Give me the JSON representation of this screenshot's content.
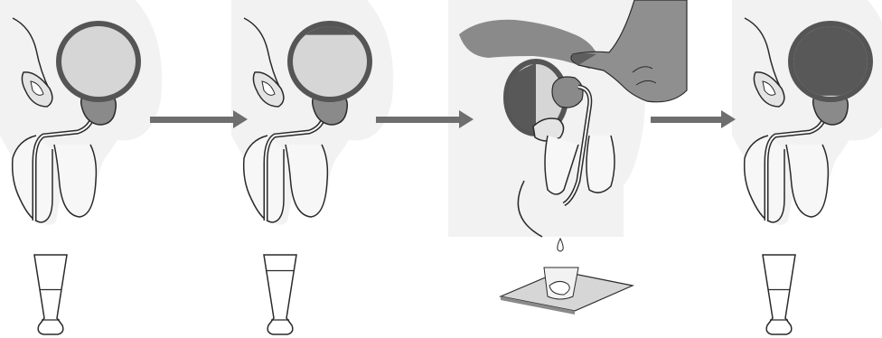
{
  "colors": {
    "background": "#ffffff",
    "body_fill": "#f2f2f2",
    "outline": "#2a2a2a",
    "bladder_wall": "#555555",
    "urine_dark": "#585858",
    "urine_light": "#d6d6d6",
    "prostate": "#8a8a8a",
    "arrow": "#6e6e6e",
    "hand": "#8f8f8f",
    "finger_dark": "#5e5e5e"
  },
  "steps": [
    {
      "name": "step-1-pre-massage-urine",
      "bladder_fill": 0.0,
      "cup_fill": 0.45
    },
    {
      "name": "step-2-midstream-urine",
      "bladder_fill": 0.15,
      "cup_fill": 0.75
    },
    {
      "name": "step-3-prostatic-massage",
      "bladder_fill": 0.45,
      "cup_fill": 0.0
    },
    {
      "name": "step-4-post-massage-urine",
      "bladder_fill": 0.95,
      "cup_fill": 0.45
    }
  ],
  "arrows": [
    {
      "name": "arrow-step-1-to-2"
    },
    {
      "name": "arrow-step-2-to-3"
    },
    {
      "name": "arrow-step-3-to-4"
    }
  ],
  "icons": {
    "cup": "collection-cup-icon",
    "slide": "microscope-slide-icon",
    "drop": "fluid-drop-icon",
    "hand": "examiner-hand-icon"
  }
}
